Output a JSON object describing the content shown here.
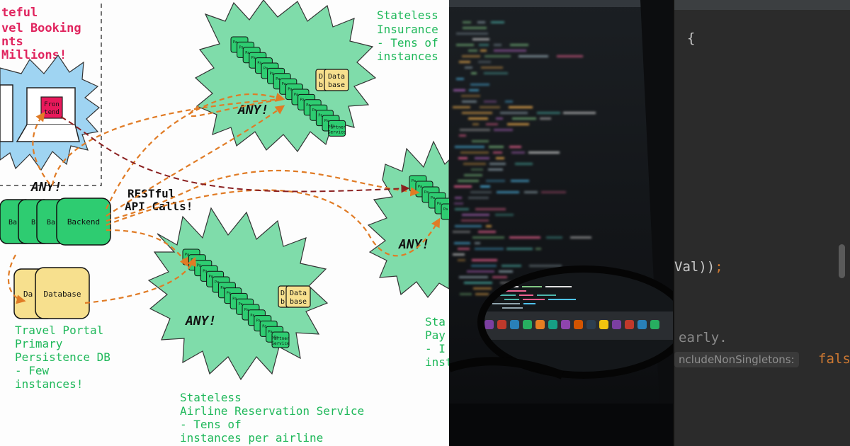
{
  "diagram": {
    "portal_title": [
      "teful",
      "vel Booking",
      "nts",
      "Millions!"
    ],
    "frontend_label": [
      "Fron",
      "tend"
    ],
    "any_label": "ANY!",
    "backend_label": "Backend",
    "backend_partial": [
      "Ba",
      "B",
      "Ba"
    ],
    "restful_label": [
      "RESTful",
      "API Calls!"
    ],
    "database_label": "Database",
    "database_partial": "Da",
    "portal_db_caption": [
      "Travel Portal",
      "Primary",
      "Persistence DB",
      "- Few",
      "instances!"
    ],
    "insurance_caption": [
      "Stateless",
      "Insurance",
      "- Tens of",
      "instances"
    ],
    "airline_caption": [
      "Stateless",
      "Airline Reservation Service",
      "- Tens of",
      "instances per airline"
    ],
    "payment_caption": [
      "Sta",
      "Pay",
      "- I",
      "inst"
    ],
    "mini_db_label": [
      "Data",
      "base"
    ],
    "mini_db_partial": [
      "D",
      "b"
    ],
    "partner_label": [
      "Partner",
      "Service"
    ],
    "partner_partial": "Pa"
  },
  "code": {
    "brace": "{",
    "val_call": "Val));",
    "comment": "early.",
    "param_hint": "ncludeNonSingletons:",
    "false_value": "fals"
  },
  "colors": {
    "cloud_green": "#7fdcaa",
    "backend_green": "#2ecc71",
    "db_yellow": "#f7e08e",
    "frontend_blue": "#9fd4f2",
    "orange_arrow": "#e07b25",
    "dark_red_arrow": "#8a1f1f",
    "caption_green": "#1fb85a",
    "title_red": "#e0245e"
  }
}
